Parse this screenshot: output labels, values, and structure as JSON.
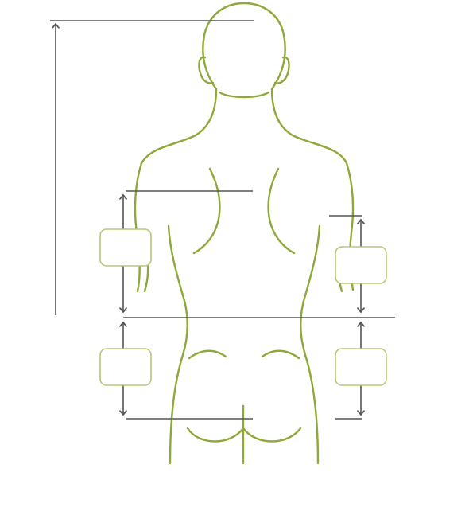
{
  "colors": {
    "body_outline": "#8fa83a",
    "guide_lines": "#555555",
    "label_box_border": "#b8c77a",
    "background": "#ffffff"
  },
  "label_boxes": [
    {
      "id": "upper-left",
      "text": ""
    },
    {
      "id": "upper-right",
      "text": ""
    },
    {
      "id": "lower-left",
      "text": ""
    },
    {
      "id": "lower-right",
      "text": ""
    }
  ]
}
